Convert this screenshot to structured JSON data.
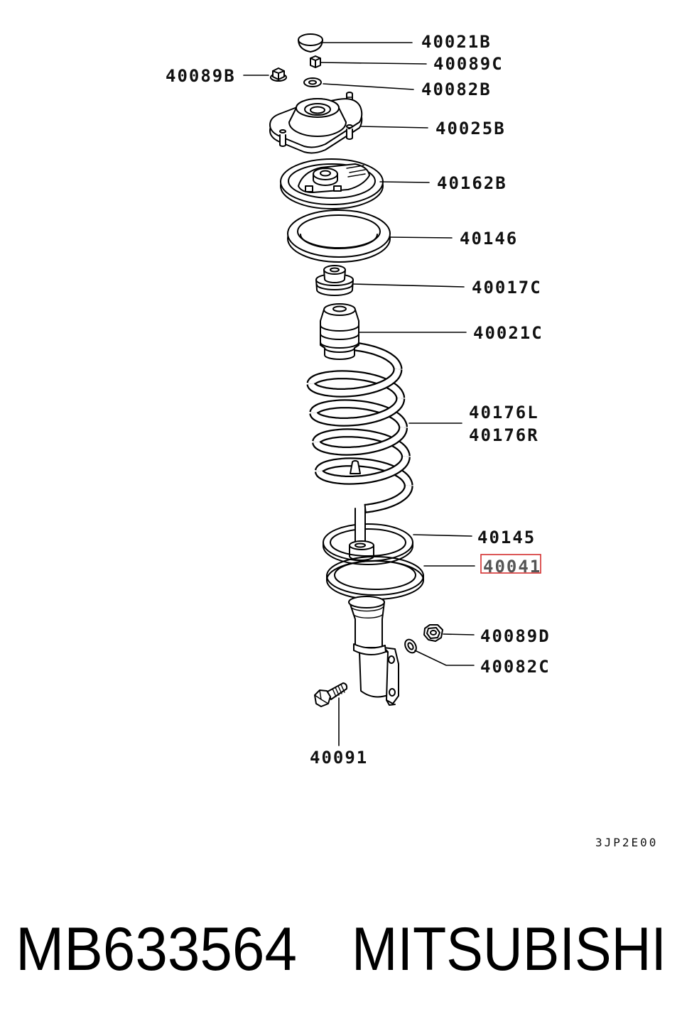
{
  "diagram": {
    "callouts": [
      {
        "label": "40021B"
      },
      {
        "label": "40089C"
      },
      {
        "label": "40089B"
      },
      {
        "label": "40082B"
      },
      {
        "label": "40025B"
      },
      {
        "label": "40162B"
      },
      {
        "label": "40146"
      },
      {
        "label": "40017C"
      },
      {
        "label": "40021C"
      },
      {
        "label": "40176L"
      },
      {
        "label": "40176R"
      },
      {
        "label": "40145"
      },
      {
        "label": "40041",
        "highlighted": true
      },
      {
        "label": "40089D"
      },
      {
        "label": "40082C"
      },
      {
        "label": "40091"
      }
    ],
    "highlight_color": "#d32f2f",
    "figure_code": "3JP2E00"
  },
  "caption": {
    "part_number": "MB633564",
    "brand": "MITSUBISHI"
  }
}
